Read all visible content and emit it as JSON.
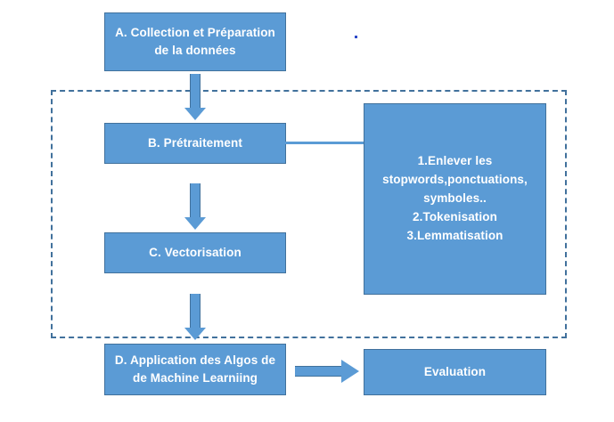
{
  "diagram": {
    "title_text": "",
    "colors": {
      "box_fill": "#5B9BD5",
      "box_border": "#41719C",
      "box_text": "#FFFFFF",
      "frame_border": "#41719C",
      "arrow_fill": "#5B9BD5",
      "dot_color": "#2D49C8",
      "background": "#FFFFFF"
    },
    "nodes": {
      "a": {
        "label": "A.         Collection et Préparation de la données"
      },
      "b": {
        "label": "B.            Prétraitement"
      },
      "c": {
        "label": "C.            Vectorisation"
      },
      "d": {
        "label": "D.         Application des Algos de de Machine Learniing"
      },
      "detail": {
        "label": "1.Enlever les stopwords,ponctuations, symboles..\n2.Tokenisation\n3.Lemmatisation"
      },
      "evaluation": {
        "label": "Evaluation"
      }
    },
    "connectors": {
      "a_to_b": "down-arrow",
      "b_to_c": "down-arrow",
      "c_to_d": "down-arrow",
      "d_to_evaluation": "right-arrow",
      "b_to_detail": "line"
    },
    "group_frame": {
      "style": "dashed",
      "contains": [
        "b",
        "c",
        "detail"
      ]
    }
  }
}
